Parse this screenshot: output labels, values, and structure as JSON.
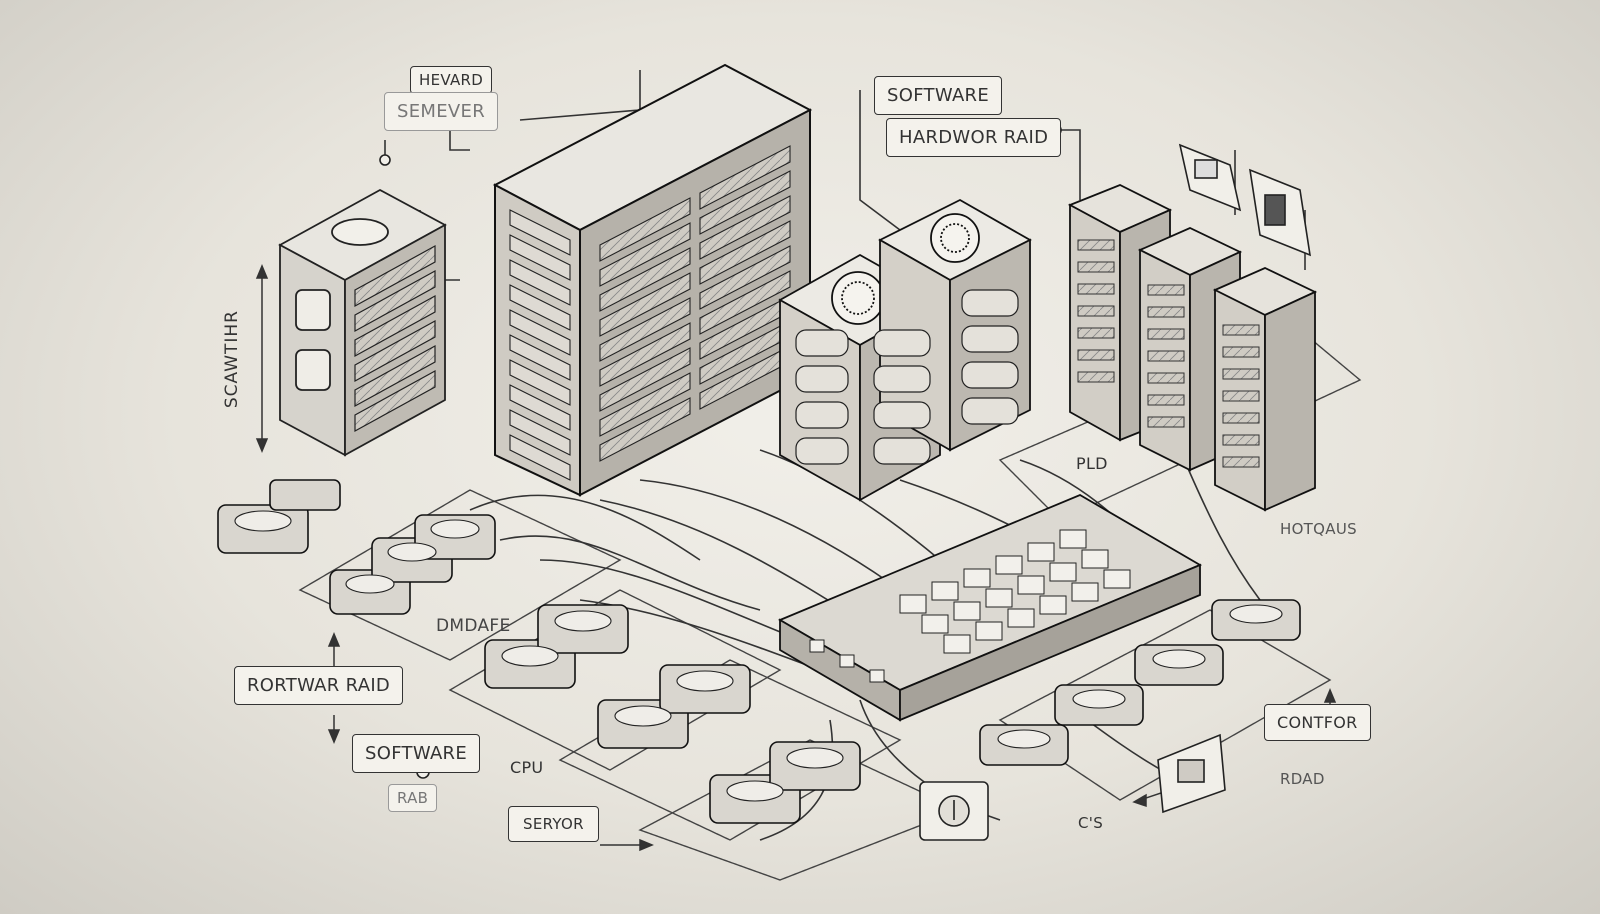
{
  "labels": {
    "hevard": "HEVARD",
    "semever": "SEMEVER",
    "software_top": "SOFTWARE",
    "hardwor_raid": "HARDWOR RAID",
    "scawtihr": "SCAWTIHR",
    "dmdafe": "DMDAFE",
    "rortwar_raid": "RORTWAR RAID",
    "software_bottom": "SOFTWARE",
    "rab": "RAB",
    "cpu": "CPU",
    "seryor": "SERYOR",
    "pld": "PLD",
    "hotqaus": "HOTQAUS",
    "contfor": "CONTFOR",
    "rdad": "RDAD",
    "cs": "C'S"
  },
  "colors": {
    "ink": "#222222",
    "paper": "#f1efe9",
    "panel": "#d9d6cf",
    "dark": "#555555"
  }
}
